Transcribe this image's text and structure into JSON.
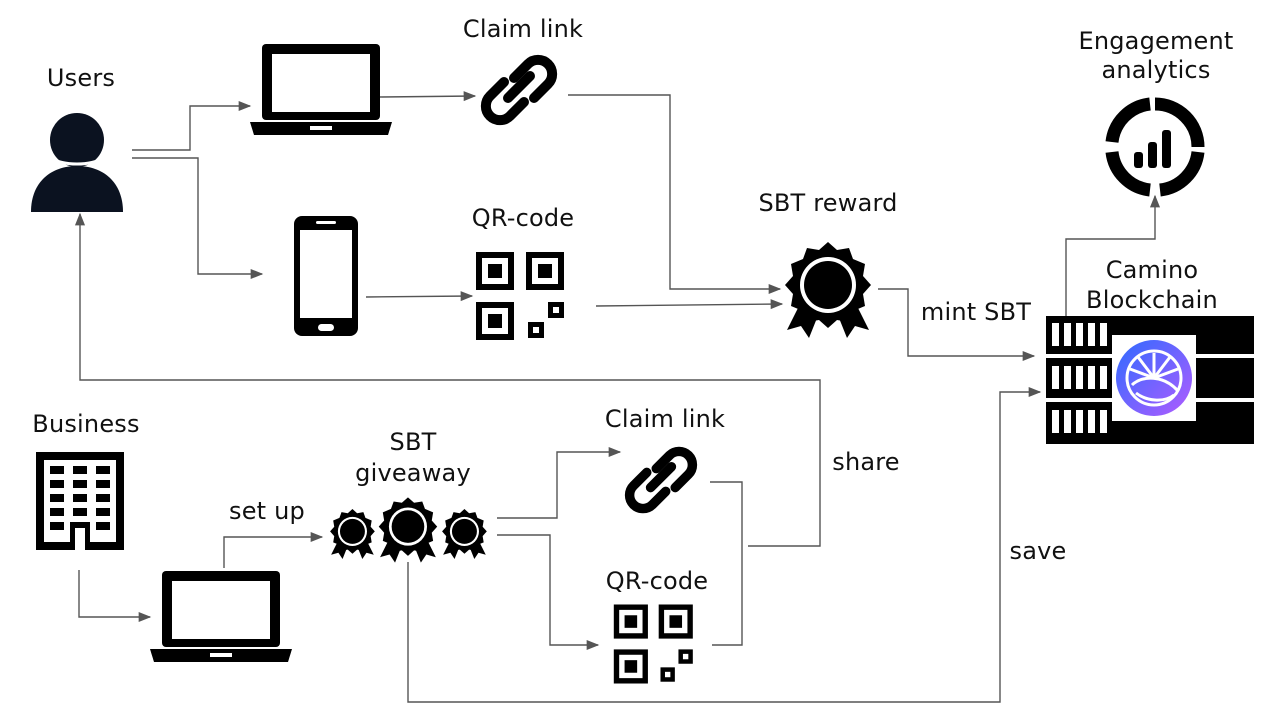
{
  "labels": {
    "users": "Users",
    "claim_link_top": "Claim link",
    "qr_code_top": "QR-code",
    "sbt_reward": "SBT reward",
    "mint_sbt": "mint SBT",
    "engagement_analytics_line1": "Engagement",
    "engagement_analytics_line2": "analytics",
    "camino_line1": "Camino",
    "camino_line2": "Blockchain",
    "business": "Business",
    "set_up": "set up",
    "sbt_giveaway_line1": "SBT",
    "sbt_giveaway_line2": "giveaway",
    "claim_link_bottom": "Claim link",
    "qr_code_bottom": "QR-code",
    "share": "share",
    "save": "save"
  },
  "colors": {
    "icon": "#000000",
    "connector": "#555555",
    "camino_logo_from": "#2f6bff",
    "camino_logo_to": "#b15cff"
  },
  "icons": [
    "user-icon",
    "laptop-icon",
    "link-icon",
    "qr-code-icon",
    "smartphone-icon",
    "award-badge-icon",
    "analytics-icon",
    "server-rack-icon",
    "camino-logo-icon",
    "office-building-icon",
    "badges-group-icon"
  ]
}
